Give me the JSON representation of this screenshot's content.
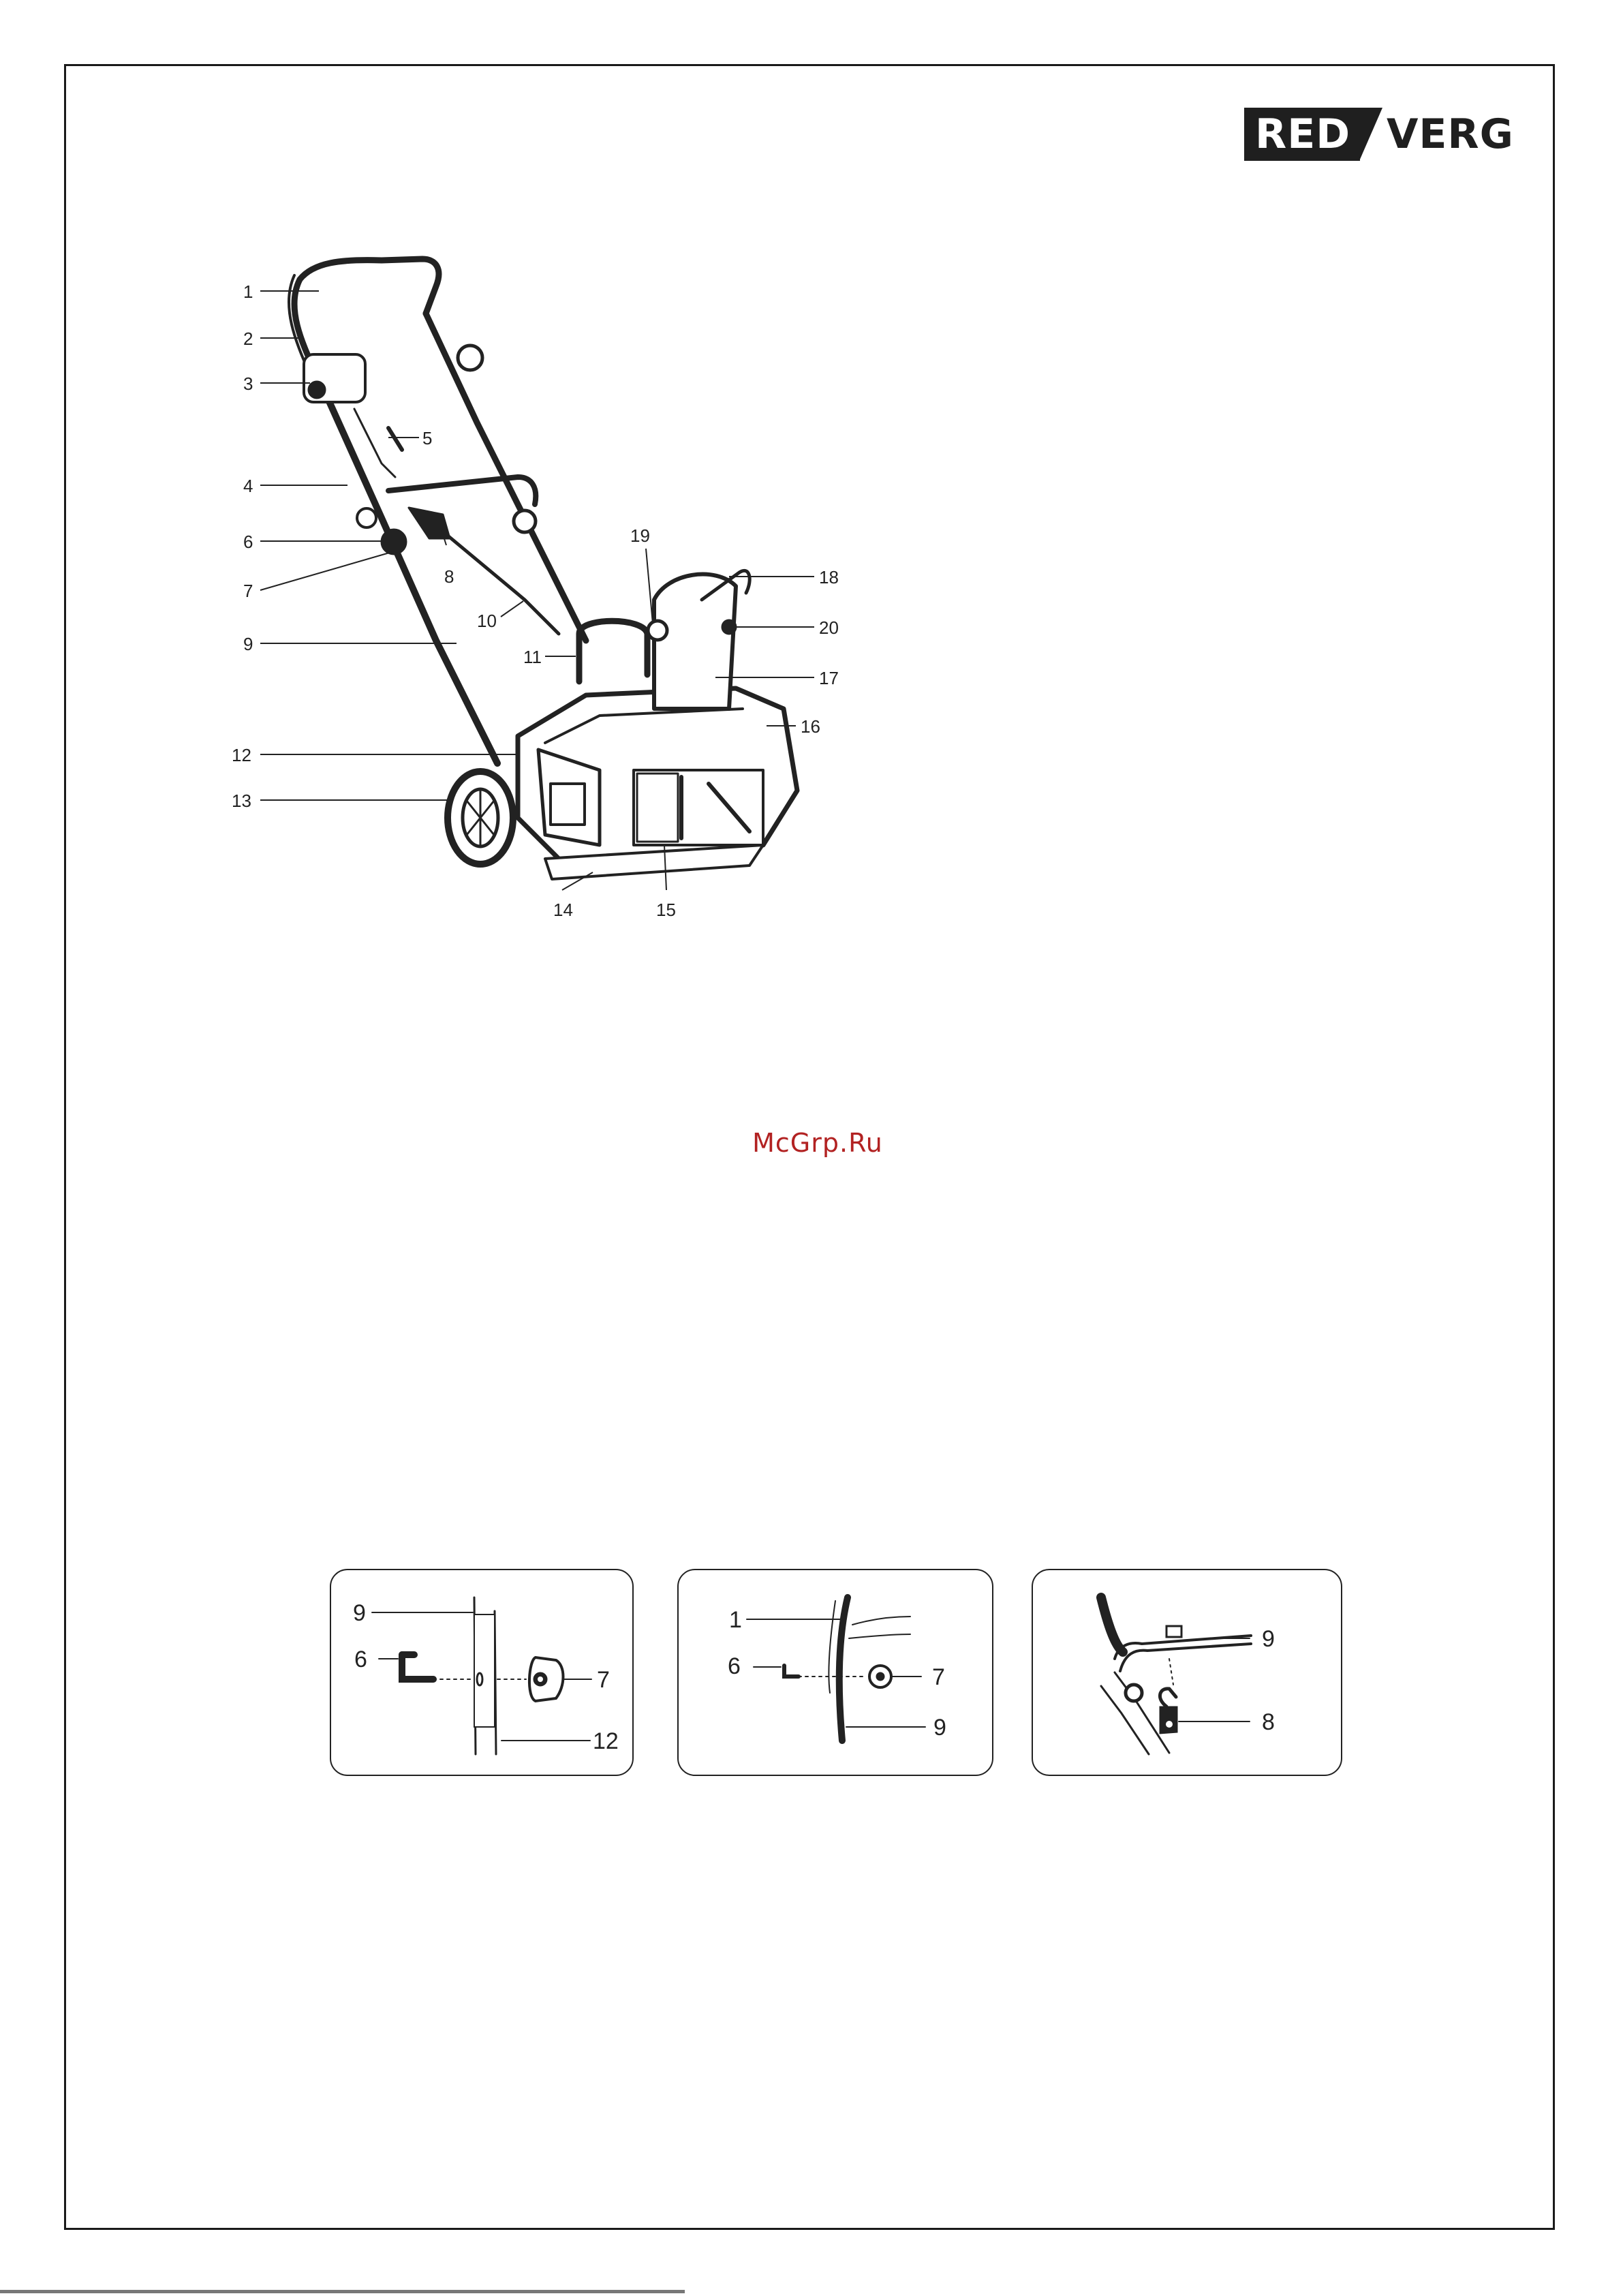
{
  "brand": {
    "logo_box_text": "RED",
    "logo_text": "VERG"
  },
  "main_diagram": {
    "callouts": [
      "1",
      "2",
      "3",
      "4",
      "5",
      "6",
      "7",
      "8",
      "9",
      "10",
      "11",
      "12",
      "13",
      "14",
      "15",
      "16",
      "17",
      "18",
      "19",
      "20"
    ]
  },
  "watermark": "McGrp.Ru",
  "insets": [
    {
      "labels": [
        "9",
        "6",
        "7",
        "12"
      ]
    },
    {
      "labels": [
        "1",
        "6",
        "7",
        "9"
      ]
    },
    {
      "labels": [
        "9",
        "8"
      ]
    }
  ],
  "colors": {
    "ink": "#222222",
    "watermark": "#b22222",
    "logo_bg": "#1f1f1f"
  }
}
